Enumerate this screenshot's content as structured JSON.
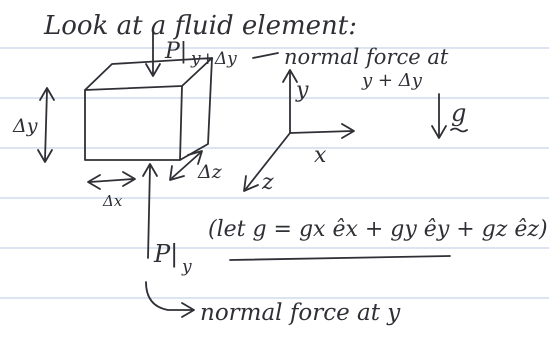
{
  "title": "Look at a fluid element:",
  "top_pressure": "P|",
  "top_pressure_sub": "y+Δy",
  "top_note_line1": "normal force at",
  "top_note_line2": "y + Δy",
  "gravity_vector": "g",
  "axes": {
    "y": "y",
    "x": "x",
    "z": "z"
  },
  "delta_y": "Δy",
  "delta_x": "Δx",
  "delta_z": "Δz",
  "bottom_pressure": "P|",
  "bottom_pressure_sub": "y",
  "gravity_components": "(let g = gx êx + gy êy + gz êz)",
  "bottom_note": "normal force at y"
}
